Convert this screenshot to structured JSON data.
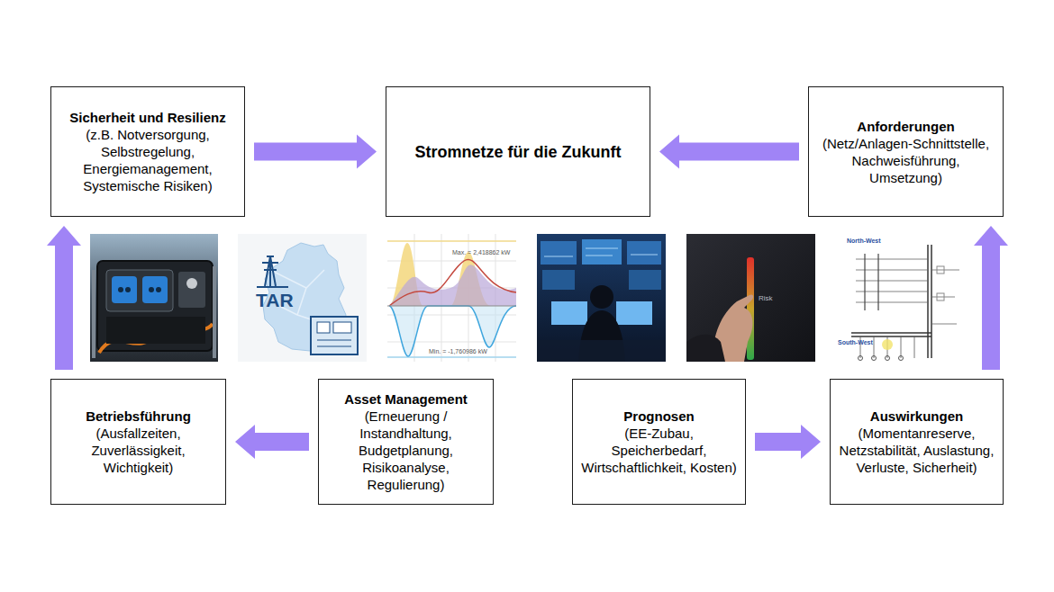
{
  "diagram": {
    "nodes": [
      {
        "text": [
          "Sicherheit und Resilienz",
          "(z.B. Notversorgung, Selbstregelung, Energiemanagement, Systemische Risiken)"
        ]
      },
      {
        "text": [
          "Stromnetze für die Zukunft"
        ]
      },
      {
        "text": [
          "Anforderungen",
          "(Netz/Anlagen-Schnittstelle, Nachweisführung, Umsetzung)"
        ]
      },
      {
        "text": [
          "Betriebsführung",
          "(Ausfallzeiten, Zuverlässigkeit, Wichtigkeit)"
        ]
      },
      {
        "text": [
          "Asset Management",
          "(Erneuerung / Instandhaltung, Budgetplanung, Risikoanalyse, Regulierung)"
        ]
      },
      {
        "text": [
          "Prognosen",
          "(EE-Zubau, Speicherbedarf, Wirtschaftlichkeit, Kosten)"
        ]
      },
      {
        "text": [
          "Auswirkungen",
          "(Momentanreserve, Netzstabilität, Auslastung, Verluste, Sicherheit)"
        ]
      }
    ],
    "edges": [
      {
        "from": 0,
        "to": 1,
        "arrow": "to"
      },
      {
        "from": 2,
        "to": 1,
        "arrow": "to"
      },
      {
        "from": 3,
        "to": 0,
        "arrow": "to"
      },
      {
        "from": 4,
        "to": 3,
        "arrow": "to"
      },
      {
        "from": 5,
        "to": 6,
        "arrow": "to"
      },
      {
        "from": 6,
        "to": 2,
        "arrow": "to"
      }
    ],
    "labels": [
      "TAR",
      "Max. = 2,418862 kW",
      "Min. = -1,760986 kW",
      "Risk",
      "North-West",
      "South-West"
    ]
  }
}
